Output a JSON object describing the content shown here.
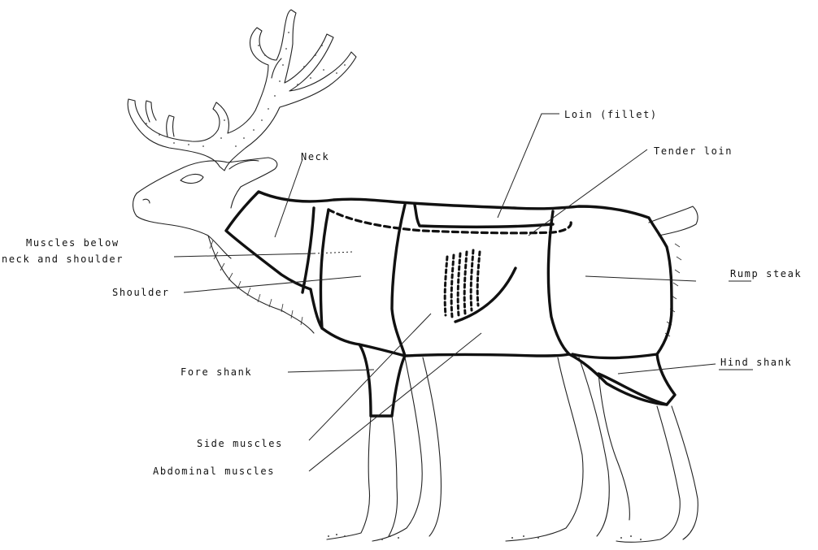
{
  "labels": {
    "loin": "Loin (fillet)",
    "tender_loin": "Tender loin",
    "neck": "Neck",
    "muscles_below_line1": "Muscles below",
    "muscles_below_line2": "neck and shoulder",
    "shoulder": "Shoulder",
    "rump_steak": "Rump steak",
    "fore_shank": "Fore shank",
    "hind_shank": "Hind shank",
    "side_muscles": "Side muscles",
    "abdominal_muscles": "Abdominal muscles"
  }
}
